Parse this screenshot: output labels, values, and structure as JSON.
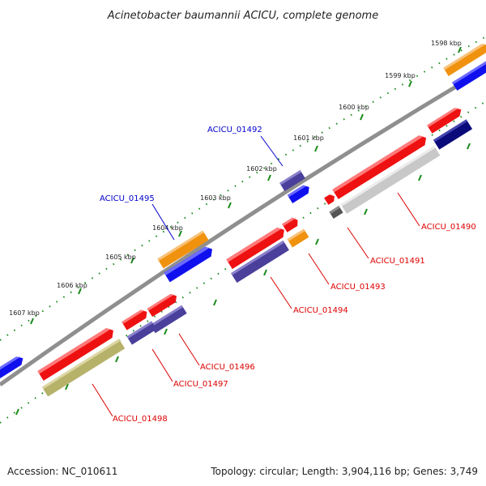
{
  "title": "Acinetobacter baumannii ACICU, complete genome",
  "footer": {
    "accession": "Accession: NC_010611",
    "summary": "Topology: circular; Length: 3,904,116 bp; Genes: 3,749"
  },
  "ruler_labels": [
    "1598 kbp",
    "1599 kbp",
    "1600 kbp",
    "1601 kbp",
    "1602 kbp",
    "1603 kbp",
    "1604 kbp",
    "1605 kbp",
    "1606 kbp",
    "1607 kbp"
  ],
  "gene_labels": {
    "g01490": "ACICU_01490",
    "g01491": "ACICU_01491",
    "g01492": "ACICU_01492",
    "g01493": "ACICU_01493",
    "g01494": "ACICU_01494",
    "g01495": "ACICU_01495",
    "g01496": "ACICU_01496",
    "g01497": "ACICU_01497",
    "g01498": "ACICU_01498"
  },
  "colors": {
    "red": "#ee1111",
    "orange": "#f0920e",
    "blue": "#1010ee",
    "purple": "#4a3f9a",
    "navy": "#0a0a7a",
    "gray": "#c8c8c8",
    "darkgray": "#555555",
    "olive": "#b7b26a",
    "backbone": "#888888",
    "ticks": "#1a8a1a",
    "label_red": "#dd0000",
    "label_blue": "#0000cc"
  }
}
